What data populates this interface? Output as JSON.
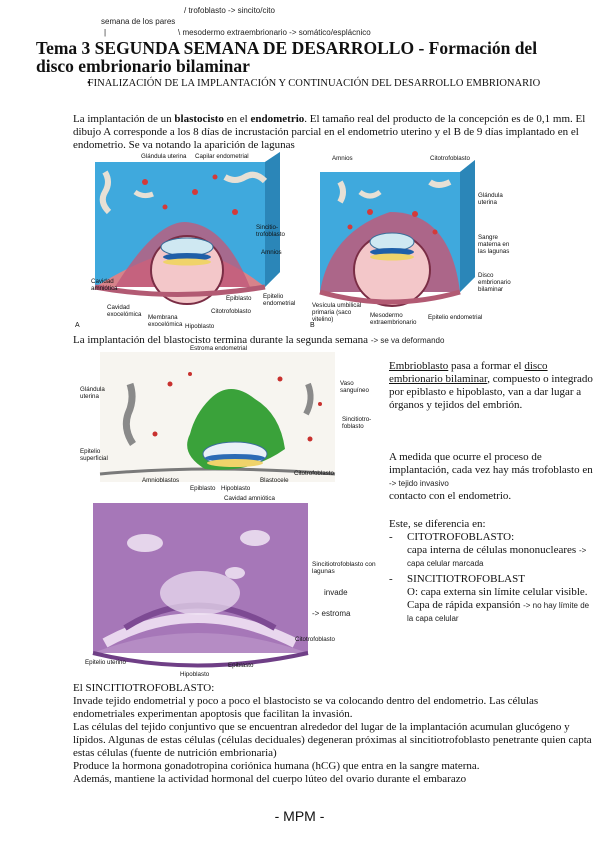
{
  "handnotes": {
    "n1": "/  trofoblasto -> sincito/cito",
    "n2": "semana de los pares",
    "n3": "|",
    "n4": "\\ mesodermo extraembrionario -> somático/esplácnico"
  },
  "title": "Tema 3 SEGUNDA SEMANA DE DESARROLLO - Formación del disco embrionario bilaminar",
  "bullet": "FINALIZACIÓN DE LA IMPLANTACIÓN Y CONTINUACIÓN DEL DESARROLLO EMBRIONARIO",
  "intro": {
    "p1": "La implantación de un ",
    "b1": "blastocisto",
    "p2": " en el ",
    "b2": "endometrio",
    "p3": ". El tamaño real del producto de la concepción es de 0,1 mm. El dibujo A corresponde a los 8 días de incrustación parcial en el endometrio uterino y el B de 9 días implantado en el endometrio. Se va notando la aparición de lagunas"
  },
  "figA": {
    "letter": "A",
    "labels": [
      "Glándula uterina",
      "Capilar endometrial",
      "Sincitio-trofoblasto",
      "Amnios",
      "Cavidad amniótica",
      "Cavidad exocelómica",
      "Membrana exocelómica",
      "Hipoblasto",
      "Epiblasto",
      "Citotrofoblasto",
      "Epitelio endometrial"
    ]
  },
  "figB": {
    "letter": "B",
    "labels": [
      "Amnios",
      "Citotrofoblasto",
      "Glándula uterina",
      "Sangre materna en las lagunas",
      "Disco embrionario bilaminar",
      "Vesícula umbilical primaria (saco vitelino)",
      "Mesodermo extraembrionario",
      "Epitelio endometrial"
    ]
  },
  "mid_text": "La implantación del blastocisto termina durante la segunda semana",
  "mid_note": "-> se va deformando",
  "figC": {
    "labels": [
      "Estroma endometrial",
      "Glándula uterina",
      "Vaso sanguíneo",
      "Sincitiotro-foblasto",
      "Epitelio superficial",
      "Amnioblastos",
      "Epiblasto",
      "Hipoblasto",
      "Blastocele",
      "Cavidad amniótica",
      "Citotrofoblasto"
    ]
  },
  "figD": {
    "labels": [
      "Sincitiotrofoblasto con lagunas",
      "invade",
      "-> estroma",
      "Citotrofoblasto",
      "Epitelio uterino",
      "Hipoblasto",
      "Epiblasto"
    ]
  },
  "side": {
    "u1": "Embrioblasto",
    "t1": " pasa a formar el ",
    "u2": "disco embrionario bilaminar",
    "t2": ", compuesto o integrado por epiblasto e hipoblasto, van a dar lugar a órganos y tejidos del embrión.",
    "t3": "A medida que ocurre el proceso de implantación, cada vez hay más trofoblasto en",
    "n3": "-> tejido invasivo",
    "t4": "contacto con el endometrio.",
    "t5": "Este, se diferencia en:",
    "d1": "-",
    "i1": "CITOTROFOBLASTO:",
    "i1a": "capa interna de células mononucleares",
    "n4": "-> capa celular marcada",
    "d2": "-",
    "i2": "SINCITIOTROFOBLAST",
    "i2a": "O: capa externa sin límite celular visible. Capa de rápida expansión",
    "n5": "-> no hay límite de la capa celular"
  },
  "bottom": {
    "heading": "El SINCITIOTROFOBLASTO:",
    "l1": "Invade tejido endometrial y poco a poco el blastocisto se va colocando dentro del endometrio. Las células endometriales experimentan apoptosis que facilitan la invasión.",
    "l2": "Las células del tejido conjuntivo que se encuentran alrededor del lugar de la implantación acumulan glucógeno y lípidos. Algunas de estas células (células deciduales) degeneran próximas al sincitiotrofoblasto penetrante quien capta estas células (fuente de nutrición embrionaria)",
    "l3": "Produce la hormona gonadotropina coriónica humana (hCG) que entra en la sangre materna.",
    "l4": "Además, mantiene la actividad hormonal del cuerpo lúteo del ovario durante el embarazo"
  },
  "footer": "- MPM -"
}
